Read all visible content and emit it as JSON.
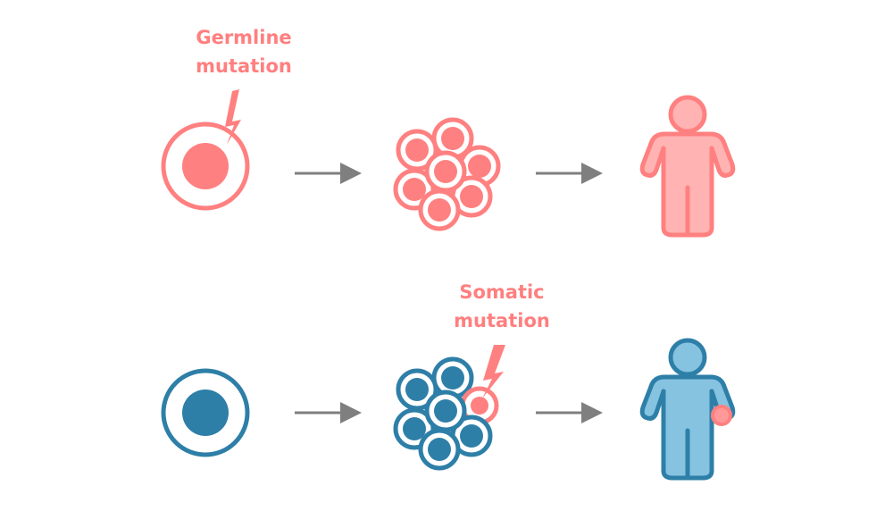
{
  "germline": {
    "line1": "Germline",
    "line2": "mutation"
  },
  "somatic": {
    "line1": "Somatic",
    "line2": "mutation"
  },
  "colors": {
    "pink": "#ff8080",
    "pink_light": "#ffb3b3",
    "blue": "#2e7fa8",
    "blue_light": "#86c3e0",
    "arrow": "#7f7f7f",
    "label": "#ff7f7f"
  }
}
